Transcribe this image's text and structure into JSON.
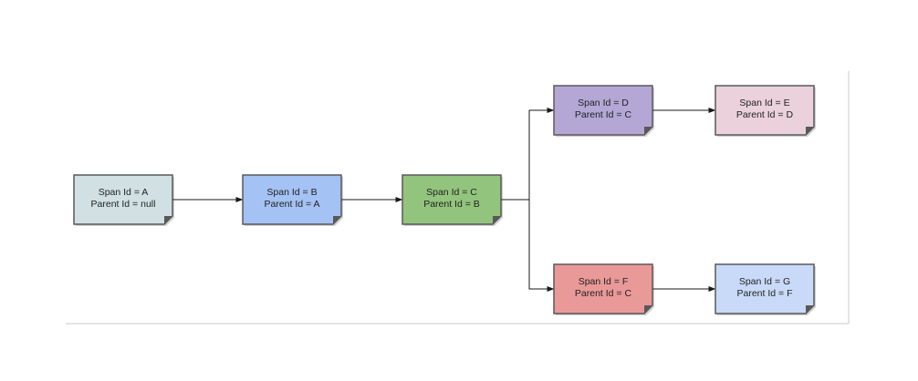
{
  "nodes": [
    {
      "id": "A",
      "line1": "Span Id = A",
      "line2": "Parent Id = null",
      "fill": "#d0e0e3"
    },
    {
      "id": "B",
      "line1": "Span Id = B",
      "line2": "Parent Id = A",
      "fill": "#a4c2f4"
    },
    {
      "id": "C",
      "line1": "Span Id = C",
      "line2": "Parent Id = B",
      "fill": "#93c47d"
    },
    {
      "id": "D",
      "line1": "Span Id = D",
      "line2": "Parent Id = C",
      "fill": "#b4a7d6"
    },
    {
      "id": "E",
      "line1": "Span Id = E",
      "line2": "Parent Id = D",
      "fill": "#ead1dc"
    },
    {
      "id": "F",
      "line1": "Span Id = F",
      "line2": "Parent Id = C",
      "fill": "#ea9999"
    },
    {
      "id": "G",
      "line1": "Span Id = G",
      "line2": "Parent Id = F",
      "fill": "#c9daf8"
    }
  ],
  "edges": [
    {
      "from": "A",
      "to": "B"
    },
    {
      "from": "B",
      "to": "C"
    },
    {
      "from": "C",
      "to": "D"
    },
    {
      "from": "D",
      "to": "E"
    },
    {
      "from": "C",
      "to": "F"
    },
    {
      "from": "F",
      "to": "G"
    }
  ],
  "colors": {
    "stroke": "#595959",
    "edge": "#1a1a1a",
    "frame": "#c8c8c8"
  }
}
